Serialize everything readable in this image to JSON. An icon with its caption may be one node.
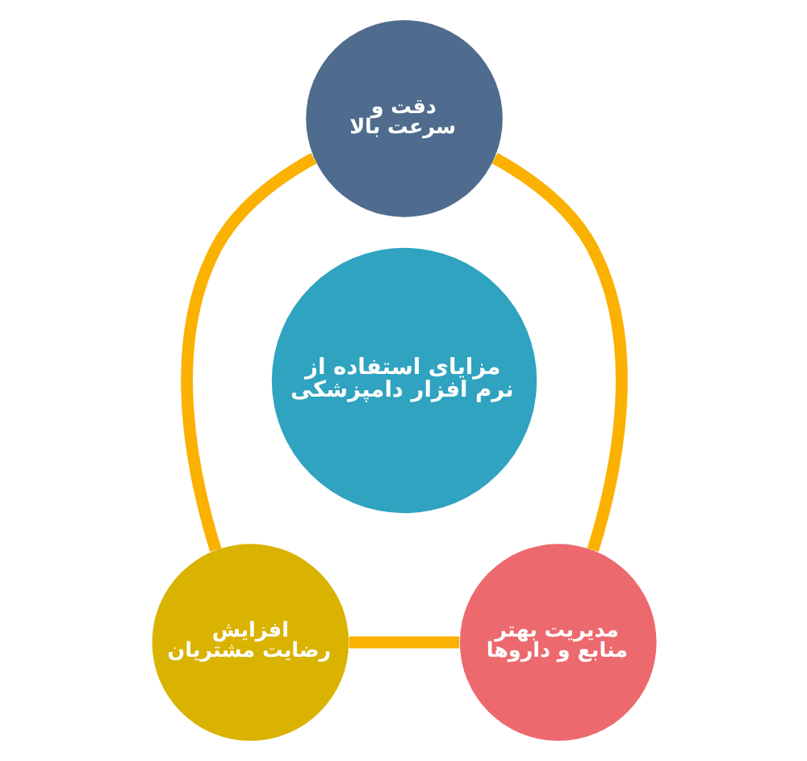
{
  "diagram": {
    "nodes": [
      {
        "text": [
          "دقت و سرعت بالا"
        ]
      },
      {
        "text": [
          "مزایای استفاده از نرم افزار دامپزشکی"
        ]
      },
      {
        "text": [
          "افزایش رضایت مشتریان"
        ]
      },
      {
        "text": [
          "مدیریت بهتر منابع و داروها"
        ]
      }
    ],
    "edges": [
      {
        "from": 0,
        "to": 2,
        "arrow": "none",
        "color": "#fbb100"
      },
      {
        "from": 2,
        "to": 3,
        "arrow": "none",
        "color": "#fbb100"
      },
      {
        "from": 0,
        "to": 3,
        "arrow": "none",
        "color": "#fbb100"
      }
    ]
  }
}
